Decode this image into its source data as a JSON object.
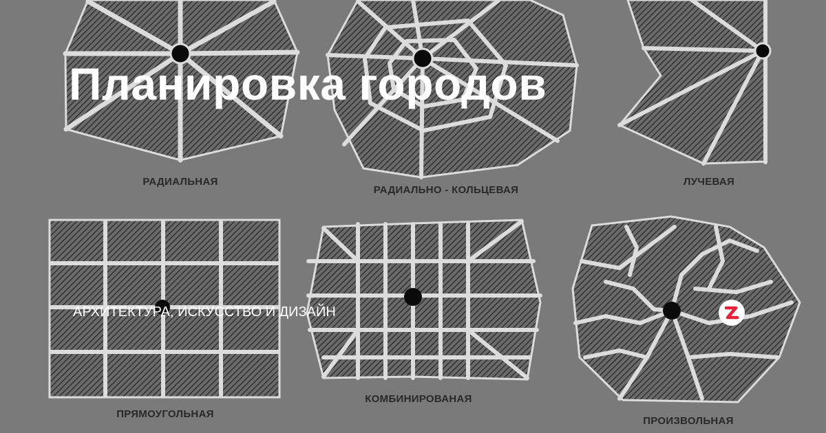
{
  "header": {
    "title": "Планировка городов",
    "subtitle": "АРХИТЕКТУРА, ИСКУССТВО И ДИЗАЙН"
  },
  "diagram": {
    "captions": {
      "radial": "РАДИАЛЬНАЯ",
      "radial_ring": "РАДИАЛЬНО - КОЛЬЦЕВАЯ",
      "ray": "ЛУЧЕВАЯ",
      "rectangular": "ПРЯМОУГОЛЬНАЯ",
      "combined": "КОМБИНИРОВАНАЯ",
      "arbitrary": "ПРОИЗВОЛЬНАЯ"
    }
  },
  "colors": {
    "background": "#7a7a7a",
    "block_fill": "#6a6a6a",
    "street": "#dcdcdc",
    "hatch": "#1e1e1e",
    "logo_bg": "#ffffff",
    "logo_accent": "#e8213a"
  },
  "icons": {
    "logo": "zen-logo-icon"
  }
}
